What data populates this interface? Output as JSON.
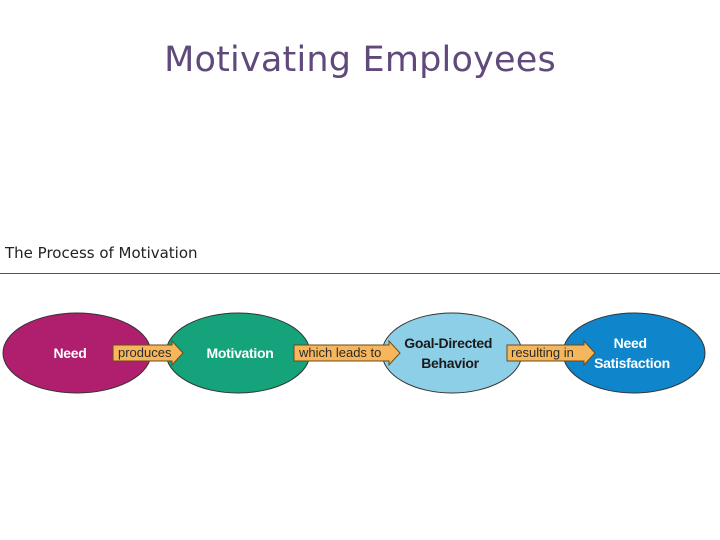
{
  "slide": {
    "title": "Motivating Employees"
  },
  "figure": {
    "caption": "The Process of Motivation"
  },
  "diagram": {
    "nodes": [
      {
        "id": "need",
        "lines": [
          "Need"
        ],
        "fill": "#b01e6e",
        "text_color": "#ffffff"
      },
      {
        "id": "motivation",
        "lines": [
          "Motivation"
        ],
        "fill": "#14a37a",
        "text_color": "#ffffff"
      },
      {
        "id": "goal-directed-behavior",
        "lines": [
          "Goal-Directed",
          "Behavior"
        ],
        "fill": "#8ecfe8",
        "text_color": "#1a1a1a"
      },
      {
        "id": "need-satisfaction",
        "lines": [
          "Need",
          "Satisfaction"
        ],
        "fill": "#0f86cc",
        "text_color": "#ffffff"
      }
    ],
    "edges": [
      {
        "from": "need",
        "to": "motivation",
        "label": "produces"
      },
      {
        "from": "motivation",
        "to": "goal-directed-behavior",
        "label": "which leads to"
      },
      {
        "from": "goal-directed-behavior",
        "to": "need-satisfaction",
        "label": "resulting in"
      }
    ],
    "arrow_fill": "#f6b65c",
    "arrow_stroke": "#6b4a1a"
  }
}
